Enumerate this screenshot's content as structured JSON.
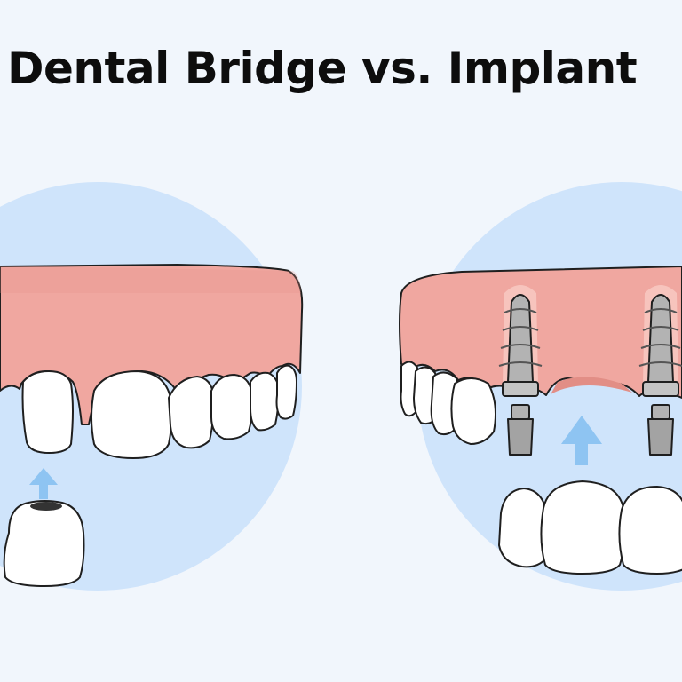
{
  "title": "Dental Bridge vs. Implant",
  "colors": {
    "background": "#f1f6fc",
    "circle": "#cfe4fb",
    "gum": "#f0a7a0",
    "gum_dark": "#e28e86",
    "tooth": "#ffffff",
    "outline": "#1f1f1f",
    "arrow": "#8ec4f2",
    "implant_metal": "#b3b3b3",
    "implant_dark": "#8c8c8c"
  },
  "panels": [
    {
      "name": "dental-bridge",
      "icons": [
        "gum-icon",
        "tooth-icon",
        "arrow-up-icon",
        "crown-icon"
      ]
    },
    {
      "name": "dental-implant",
      "icons": [
        "gum-icon",
        "implant-screw-icon",
        "abutment-icon",
        "arrow-up-icon",
        "bridge-teeth-icon"
      ]
    }
  ]
}
